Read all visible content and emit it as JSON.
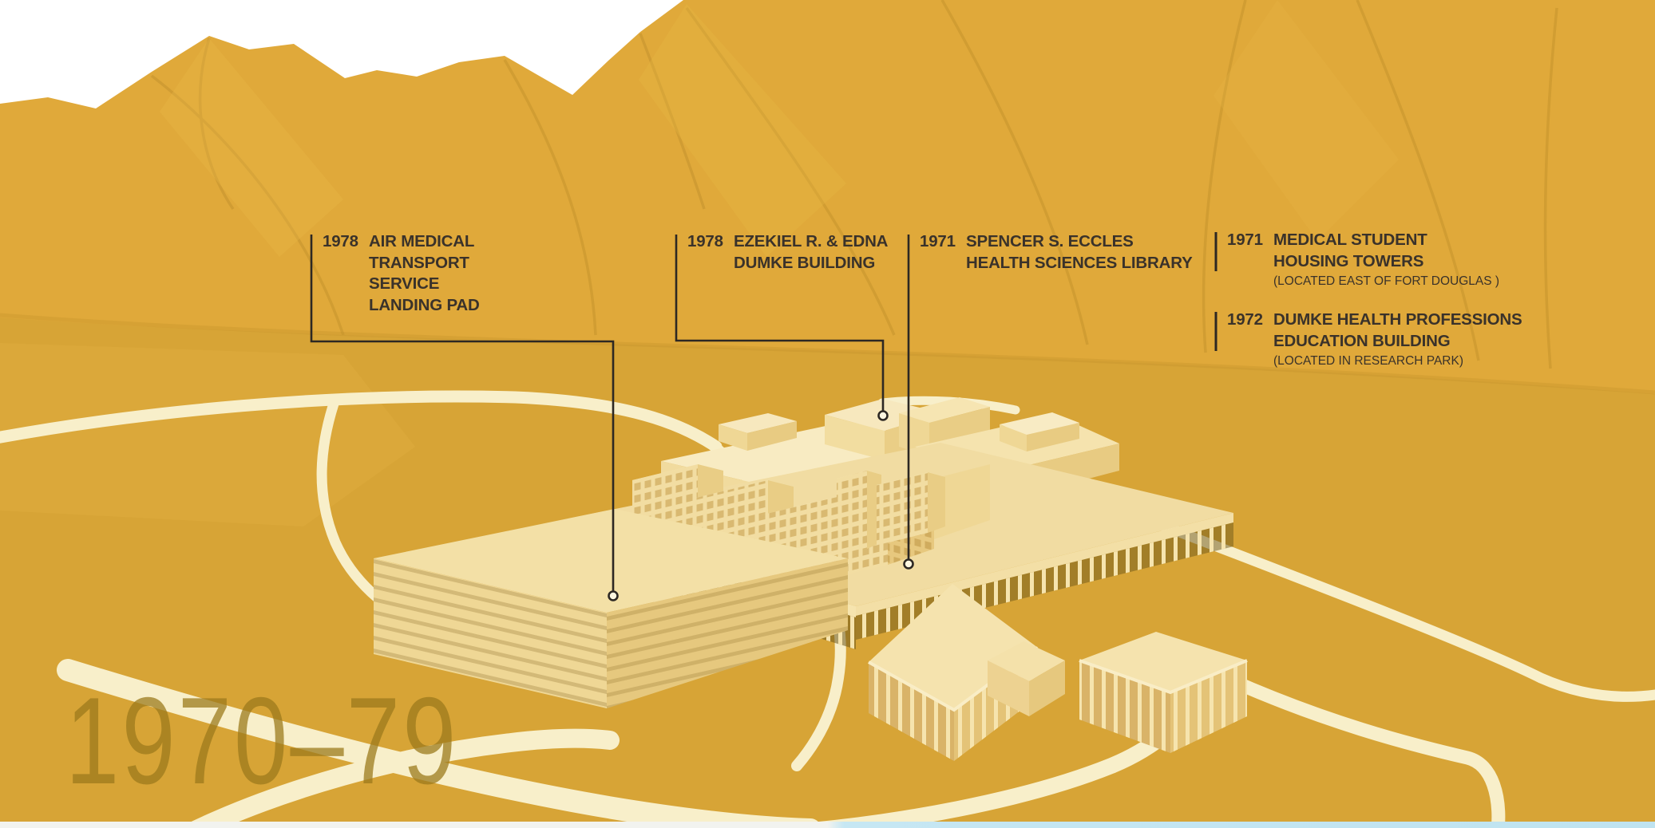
{
  "slide": {
    "period_label": "1970–79",
    "theme": {
      "sky": "#ffffff",
      "mountain_gold": "#e0a93a",
      "valley_gold": "#d7a436",
      "building_cream": "#f5e3ae",
      "road_cream": "#f8efca",
      "helipad_white": "#ffffff",
      "label_text": "#3a322a",
      "leader_line": "#2d2823",
      "period_text": "#9c7a1c",
      "next_slide_edge_blue": "#c6e7f3"
    }
  },
  "annotations": [
    {
      "year": "1978",
      "lines": [
        "AIR MEDICAL",
        "TRANSPORT",
        "SERVICE",
        "LANDING PAD"
      ],
      "note": ""
    },
    {
      "year": "1978",
      "lines": [
        "EZEKIEL R. & EDNA",
        "DUMKE BUILDING"
      ],
      "note": ""
    },
    {
      "year": "1971",
      "lines": [
        "SPENCER S. ECCLES",
        "HEALTH SCIENCES LIBRARY"
      ],
      "note": ""
    },
    {
      "year": "1971",
      "lines": [
        "MEDICAL STUDENT",
        "HOUSING TOWERS"
      ],
      "note": "(LOCATED EAST OF FORT DOUGLAS )"
    },
    {
      "year": "1972",
      "lines": [
        "DUMKE HEALTH PROFESSIONS",
        "EDUCATION BUILDING"
      ],
      "note": "(LOCATED IN RESEARCH PARK)"
    }
  ]
}
